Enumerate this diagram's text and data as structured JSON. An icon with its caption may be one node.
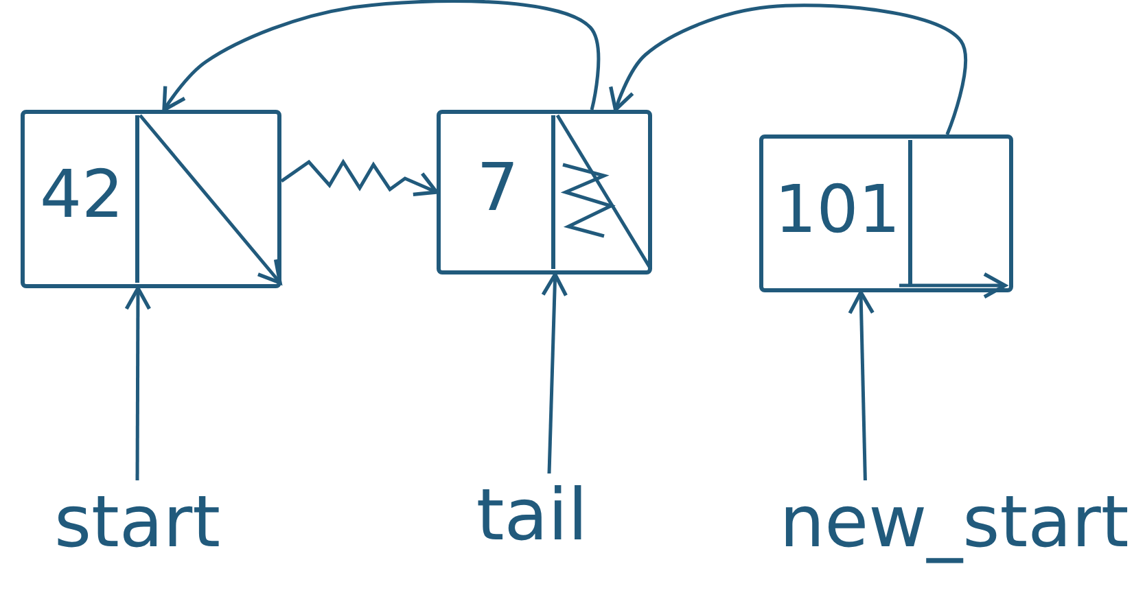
{
  "diagram": {
    "nodes": [
      {
        "text": [
          "42"
        ]
      },
      {
        "text": [
          "7"
        ]
      },
      {
        "text": [
          "101"
        ]
      },
      {
        "text": [
          "start"
        ]
      },
      {
        "text": [
          "tail"
        ]
      },
      {
        "text": [
          "new_start"
        ]
      }
    ],
    "edges": [
      {
        "from": 3,
        "to": 0,
        "arrow": "to"
      },
      {
        "from": 4,
        "to": 1,
        "arrow": "to"
      },
      {
        "from": 5,
        "to": 2,
        "arrow": "to"
      },
      {
        "from": 0,
        "to": 1,
        "arrow": "to"
      },
      {
        "from": 1,
        "to": 0,
        "arrow": "to"
      },
      {
        "from": 2,
        "to": 1,
        "arrow": "to"
      }
    ]
  }
}
